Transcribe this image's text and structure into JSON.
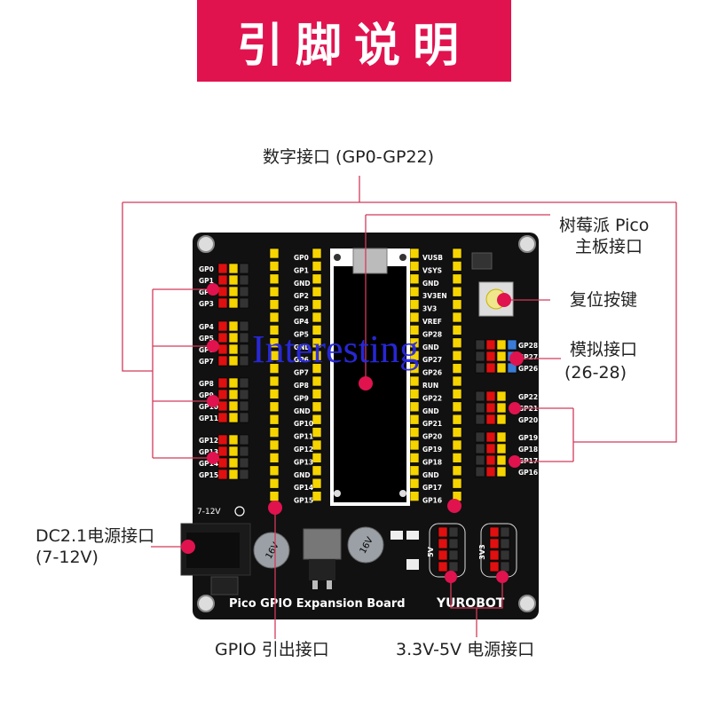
{
  "banner": {
    "title": "引脚说明"
  },
  "labels": {
    "digital": "数字接口 (GP0-GP22)",
    "pico_line1": "树莓派 Pico",
    "pico_line2": "主板接口",
    "reset": "复位按键",
    "analog_line1": "模拟接口",
    "analog_line2": "(26-28)",
    "dc_line1": "DC2.1电源接口",
    "dc_line2": "(7-12V)",
    "gpio_out": "GPIO 引出接口",
    "power": "3.3V-5V 电源接口"
  },
  "watermark": "Interesting",
  "board": {
    "name": "Pico GPIO Expansion Board",
    "brand": "YUROBOT",
    "dc_text": "7-12V",
    "left_labels": [
      "GP0",
      "GP1",
      "GP2",
      "GP3",
      "GP4",
      "GP5",
      "GP6",
      "GP7",
      "GP8",
      "GP9",
      "GP10",
      "GP11",
      "GP12",
      "GP13",
      "GP14",
      "GP15"
    ],
    "pico_left": [
      "GP0",
      "GP1",
      "GND",
      "GP2",
      "GP3",
      "GP4",
      "GP5",
      "GND",
      "GP6",
      "GP7",
      "GP8",
      "GP9",
      "GND",
      "GP10",
      "GP11",
      "GP12",
      "GP13",
      "GND",
      "GP14",
      "GP15"
    ],
    "pico_right": [
      "VUSB",
      "VSYS",
      "GND",
      "3V3EN",
      "3V3",
      "VREF",
      "GP28",
      "GND",
      "GP27",
      "GP26",
      "RUN",
      "GP22",
      "GND",
      "GP21",
      "GP20",
      "GP19",
      "GP18",
      "GND",
      "GP17",
      "GP16"
    ],
    "analog_labels": [
      "GP28",
      "GP27",
      "GP26"
    ],
    "right_labels": [
      "GP22",
      "GP21",
      "GP20",
      "GP19",
      "GP18",
      "GP17",
      "GP16"
    ],
    "cap_text": "16V",
    "pwr_labels": [
      "5V",
      "3V3"
    ]
  },
  "colors": {
    "accent": "#e0134f",
    "board": "#111111",
    "yellow": "#f5d400",
    "red": "#e01010",
    "blue": "#3a7bd5",
    "line": "#d23a5a"
  }
}
